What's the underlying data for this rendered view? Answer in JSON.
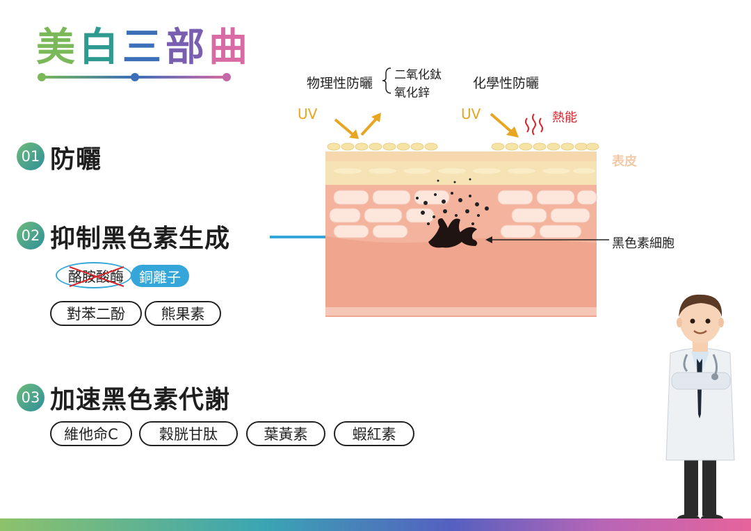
{
  "title": {
    "chars": [
      "美",
      "白",
      "三",
      "部",
      "曲"
    ],
    "colors": [
      "#7ab85a",
      "#2f9a8f",
      "#3b6fb8",
      "#7a5fb0",
      "#d86aa4"
    ]
  },
  "items": [
    {
      "number": "01",
      "heading": "防曬"
    },
    {
      "number": "02",
      "heading": "抑制黑色素生成"
    },
    {
      "number": "03",
      "heading": "加速黑色素代謝"
    }
  ],
  "inhibit": {
    "crossed": "酪胺酸酶",
    "ion": "銅離子",
    "pills": [
      "對苯二酚",
      "熊果素"
    ]
  },
  "metabolize": {
    "pills": [
      "維他命C",
      "穀胱甘肽",
      "葉黃素",
      "蝦紅素"
    ]
  },
  "diagram": {
    "physical_label": "物理性防曬",
    "physical_items": [
      "二氧化鈦",
      "氧化鋅"
    ],
    "chemical_label": "化學性防曬",
    "uv_left": "UV",
    "uv_right": "UV",
    "heat": "熱能",
    "epidermis": "表皮",
    "melanocyte": "黑色素細胞"
  },
  "colors": {
    "accent_blue": "#35a6d9",
    "uv": "#e8a521",
    "heat": "#d6262b",
    "epidermis": "#f0c9a6"
  }
}
